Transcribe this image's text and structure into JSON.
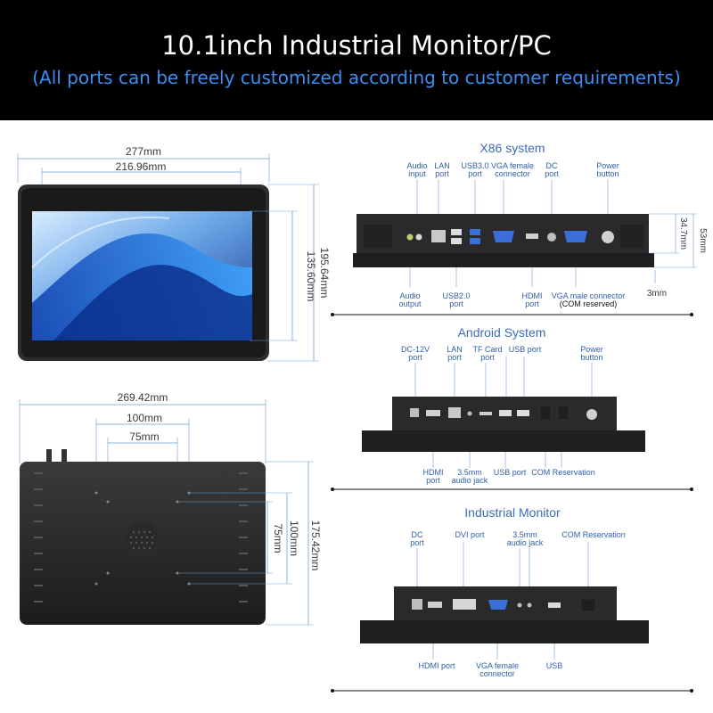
{
  "header": {
    "title": "10.1inch Industrial Monitor/PC",
    "subtitle": "(All ports can be freely customized according to customer requirements)"
  },
  "front_view": {
    "width_outer": "277mm",
    "width_inner": "216.96mm",
    "height_inner": "135.60mm",
    "height_outer": "195.64mm"
  },
  "rear_view": {
    "width": "269.42mm",
    "vesa_100": "100mm",
    "vesa_75": "75mm",
    "vesa_100_v": "100mm",
    "vesa_75_v": "75mm",
    "height": "175.42mm"
  },
  "x86": {
    "title": "X86 system",
    "top_labels": [
      {
        "line1": "Audio",
        "line2": "input"
      },
      {
        "line1": "LAN",
        "line2": "port"
      },
      {
        "line1": "USB3.0",
        "line2": "port"
      },
      {
        "line1": "VGA female",
        "line2": "connector"
      },
      {
        "line1": "DC",
        "line2": "port"
      },
      {
        "line1": "Power",
        "line2": "button"
      }
    ],
    "bottom_labels": [
      {
        "line1": "Audio",
        "line2": "output"
      },
      {
        "line1": "USB2.0",
        "line2": "port"
      },
      {
        "line1": "HDMI",
        "line2": "port"
      },
      {
        "line1": "VGA male connector",
        "line2": "(COM reserved)"
      }
    ],
    "dim_depth": "34.7mm",
    "dim_total": "53mm",
    "dim_bezel": "3mm"
  },
  "android": {
    "title": "Android System",
    "top_labels": [
      {
        "line1": "DC-12V",
        "line2": "port"
      },
      {
        "line1": "LAN",
        "line2": "port"
      },
      {
        "line1": "TF Card",
        "line2": "port"
      },
      {
        "line1": "USB port",
        "line2": ""
      },
      {
        "line1": "Power",
        "line2": "button"
      }
    ],
    "bottom_labels": [
      {
        "line1": "HDMI",
        "line2": "port"
      },
      {
        "line1": "3.5mm",
        "line2": "audio jack"
      },
      {
        "line1": "USB port",
        "line2": ""
      },
      {
        "line1": "COM Reservation",
        "line2": ""
      }
    ]
  },
  "industrial": {
    "title": "Industrial Monitor",
    "top_labels": [
      {
        "line1": "DC",
        "line2": "port"
      },
      {
        "line1": "DVI port",
        "line2": ""
      },
      {
        "line1": "3.5mm",
        "line2": "audio jack"
      },
      {
        "line1": "COM Reservation",
        "line2": ""
      }
    ],
    "bottom_labels": [
      {
        "line1": "HDMI port",
        "line2": ""
      },
      {
        "line1": "VGA female",
        "line2": "connector"
      },
      {
        "line1": "USB",
        "line2": ""
      }
    ]
  }
}
